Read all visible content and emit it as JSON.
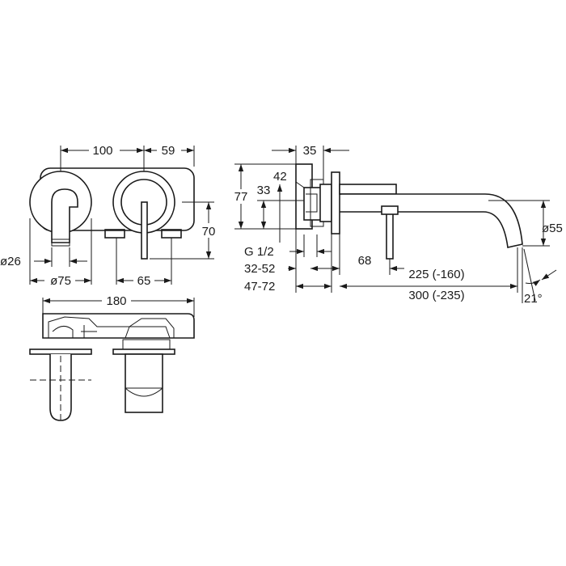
{
  "dimensions": {
    "front_width_mixer": "100",
    "front_width_spout": "59",
    "front_height": "70",
    "spout_diameter": "ø26",
    "rosette_diameter": "ø75",
    "handle_offset": "65",
    "top_width": "180",
    "side_depth": "35",
    "side_height_outer": "77",
    "side_height_inner": "33",
    "side_offset": "42",
    "thread": "G 1/2",
    "range_1": "32-52",
    "range_2": "47-72",
    "lever_length": "68",
    "spout_length_1": "225 (-160)",
    "spout_length_2": "300 (-235)",
    "spout_outlet_diameter": "ø55",
    "spout_angle": "21°"
  },
  "colors": {
    "line": "#1a1a1a",
    "background": "#ffffff"
  }
}
